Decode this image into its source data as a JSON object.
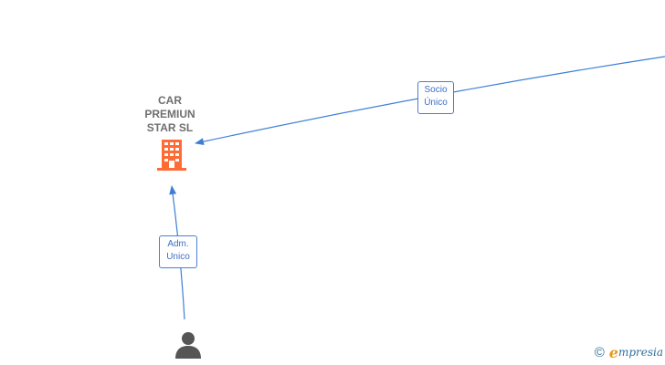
{
  "nodes": {
    "company": {
      "name": "CAR\nPREMIUN\nSTAR  SL",
      "icon": "building-icon",
      "color": "#ff6b35"
    },
    "person": {
      "icon": "person-icon",
      "color": "#555555"
    }
  },
  "edges": [
    {
      "from": "offscreen-entity",
      "to": "company",
      "label_line1": "Socio",
      "label_line2": "Único"
    },
    {
      "from": "person",
      "to": "company",
      "label_line1": "Adm.",
      "label_line2": "Unico"
    }
  ],
  "colors": {
    "edge": "#3d7fd4",
    "label_text": "#3d6fc4",
    "label_border": "#4a7fd0"
  },
  "footer": {
    "copyright_symbol": "©",
    "brand_first_letter": "e",
    "brand_rest": "mpresia"
  }
}
